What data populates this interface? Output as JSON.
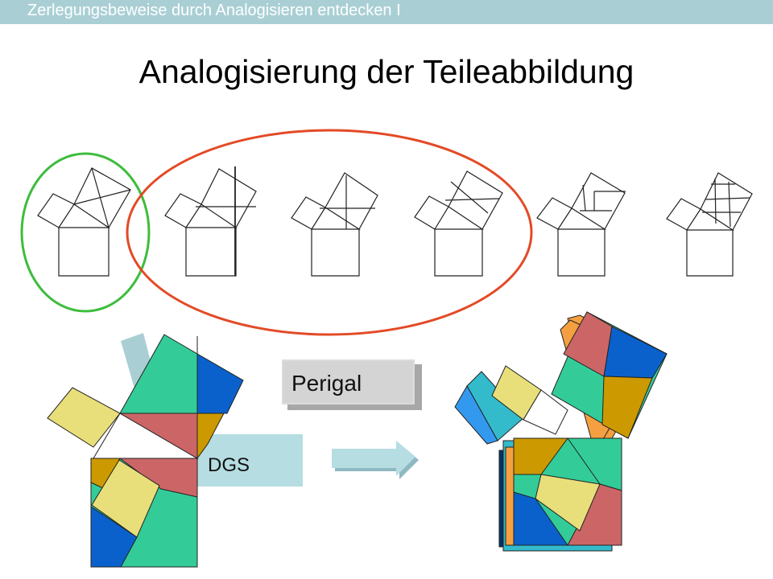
{
  "header": {
    "text": "Zerlegungsbeweise  durch Analogisieren  entdecken I"
  },
  "title": "Analogisierung der Teileabbildung",
  "labels": {
    "perigal": "Perigal",
    "dgs": "DGS"
  },
  "colors": {
    "header_band": "#a9cfd4",
    "green_ellipse": "#3dbd3d",
    "red_ellipse": "#e34a26",
    "yellow": "#e8df7a",
    "teal_green": "#33cc99",
    "salmon": "#cc6666",
    "blue": "#0a61cc",
    "gold": "#cc9900",
    "orange": "#f5a040",
    "light_teal": "#b5dde2"
  }
}
